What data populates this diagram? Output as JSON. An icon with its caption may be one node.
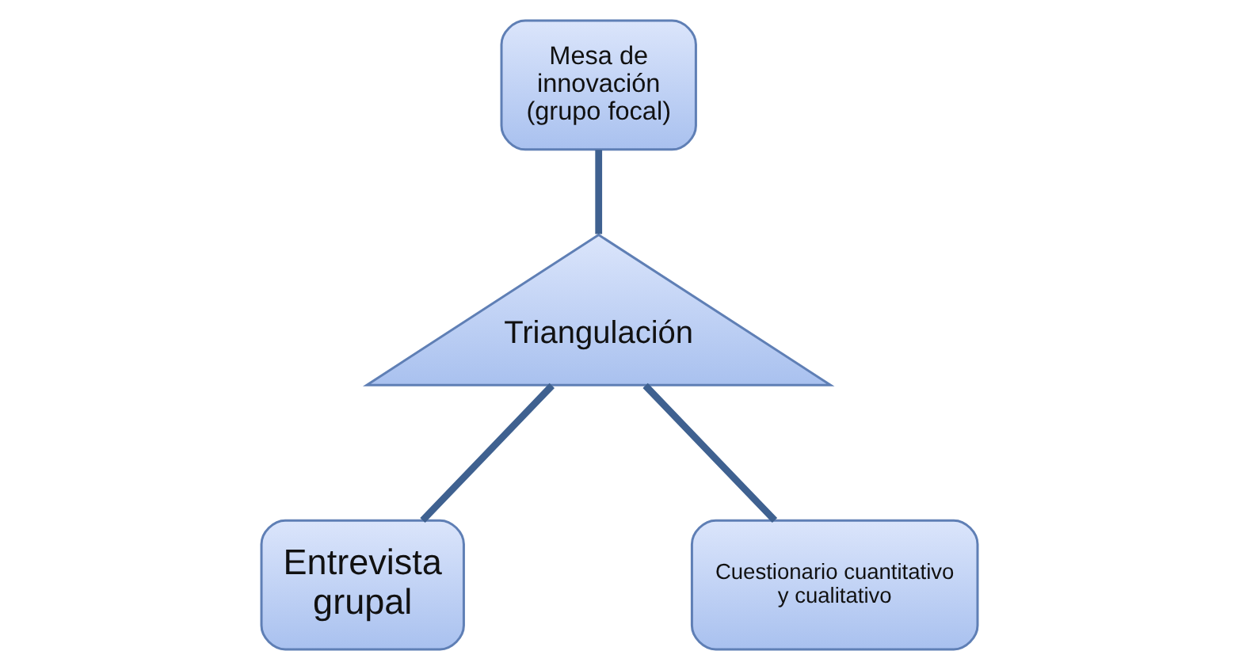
{
  "diagram": {
    "nodes": [
      {
        "text": [
          "Mesa de innovación (grupo focal)"
        ]
      },
      {
        "text": [
          "Triangulación"
        ]
      },
      {
        "text": [
          "Entrevista grupal"
        ]
      },
      {
        "text": [
          "Cuestionario cuantitativo y cualitativo"
        ]
      }
    ],
    "edges": [
      {
        "from": 1,
        "to": 0,
        "arrow": "none"
      },
      {
        "from": 1,
        "to": 2,
        "arrow": "none"
      },
      {
        "from": 1,
        "to": 3,
        "arrow": "none"
      }
    ]
  }
}
